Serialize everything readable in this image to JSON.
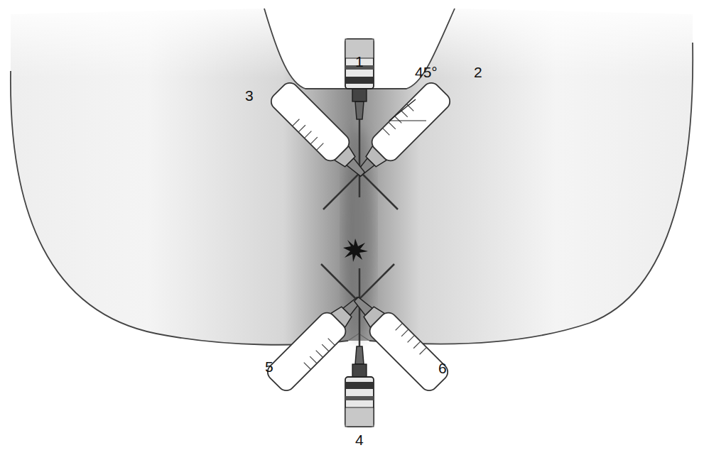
{
  "diagram": {
    "labels": [
      "1",
      "3",
      "45°",
      "2",
      "5",
      "6",
      "4"
    ]
  }
}
